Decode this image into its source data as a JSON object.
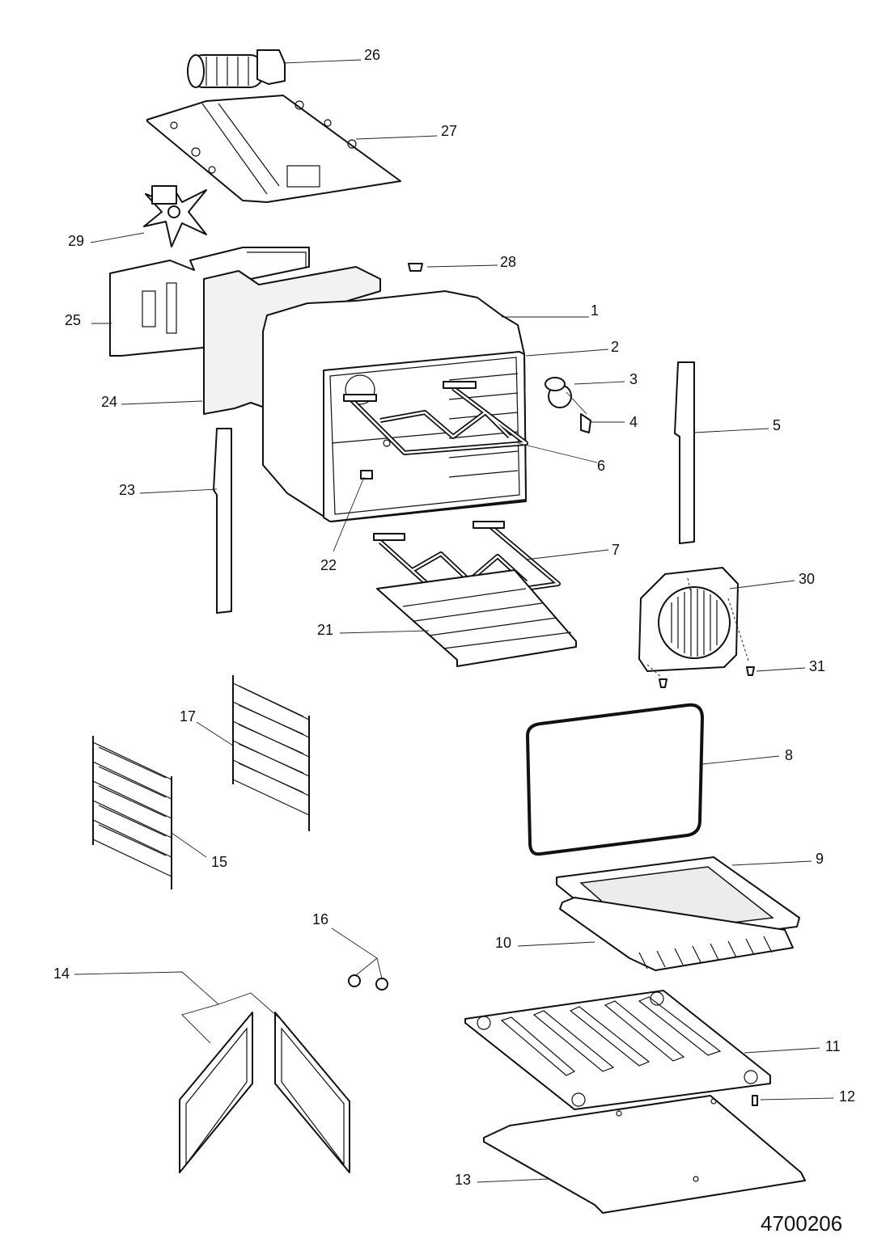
{
  "callouts": [
    "1",
    "2",
    "3",
    "4",
    "5",
    "6",
    "7",
    "8",
    "9",
    "10",
    "11",
    "12",
    "13",
    "14",
    "15",
    "16",
    "17",
    "21",
    "22",
    "23",
    "24",
    "25",
    "26",
    "27",
    "28",
    "29",
    "30",
    "31"
  ],
  "document_number": "4700206"
}
